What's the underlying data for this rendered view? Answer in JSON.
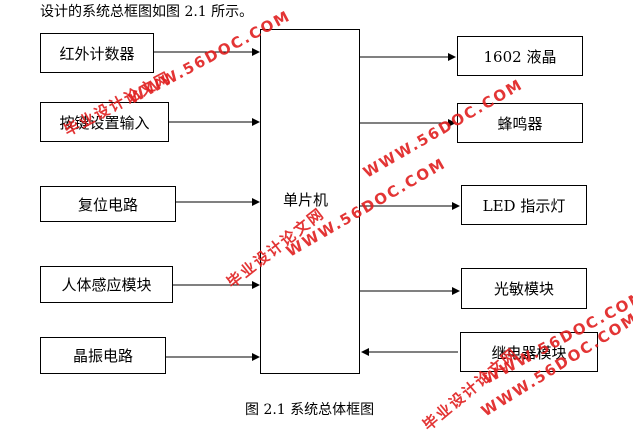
{
  "intro_text": "设计的系统总框图如图 2.1 所示。",
  "inputs": [
    {
      "label": "红外计数器"
    },
    {
      "label": "按键设置输入"
    },
    {
      "label": "复位电路"
    },
    {
      "label": "人体感应模块"
    },
    {
      "label": "晶振电路"
    }
  ],
  "mcu": {
    "label": "单片机"
  },
  "outputs": [
    {
      "label": "1602 液晶"
    },
    {
      "label": "蜂鸣器"
    },
    {
      "label": "LED 指示灯"
    },
    {
      "label": "光敏模块"
    },
    {
      "label": "继电器模块"
    }
  ],
  "caption": "图 2.1 系统总体框图",
  "watermarks": [
    {
      "line1": "毕业设计论文网",
      "line2": "WWW.56DOC.COM"
    },
    {
      "line1": "毕业设计论文网",
      "line2": "WWW.56DOC.COM"
    },
    {
      "line1": "毕业设计论文网",
      "line2": "WWW.56DOC.COM"
    }
  ]
}
